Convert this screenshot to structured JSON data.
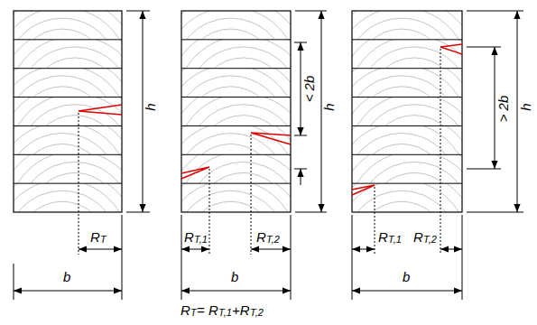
{
  "diagram": {
    "labels": [
      "h",
      "h",
      "h",
      "< 2b",
      "> 2b",
      "R",
      "T",
      "R",
      "T,1",
      "R",
      "T,2",
      "R",
      "T,1",
      "R",
      "T,2",
      "b",
      "b",
      "b",
      "R",
      "T",
      "= R",
      "T,1",
      "+R",
      "T,2"
    ]
  }
}
